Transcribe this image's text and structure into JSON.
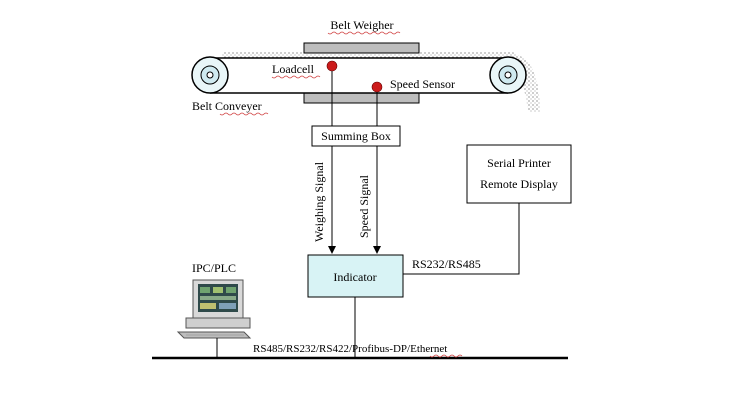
{
  "labels": {
    "belt_weigher": "Belt Weigher",
    "loadcell": "Loadcell",
    "speed_sensor": "Speed Sensor",
    "belt_conveyer": "Belt Conveyer",
    "summing_box": "Summing Box",
    "weighing_signal": "Weighing Signal",
    "speed_signal": "Speed Signal",
    "indicator": "Indicator",
    "serial_printer": "Serial Printer",
    "remote_display": "Remote Display",
    "rs232_rs485": "RS232/RS485",
    "ipc_plc": "IPC/PLC",
    "bus": "RS485/RS232/RS422/Profibus-DP/Ethernet"
  },
  "colors": {
    "indicator_fill": "#d8f3f5",
    "sensor_red": "#cc1b1b",
    "pulley_fill": "#cfeaf0",
    "weigher_plate": "#bdbdbd",
    "line": "#000000"
  },
  "icons": {
    "computer": "computer-icon"
  }
}
